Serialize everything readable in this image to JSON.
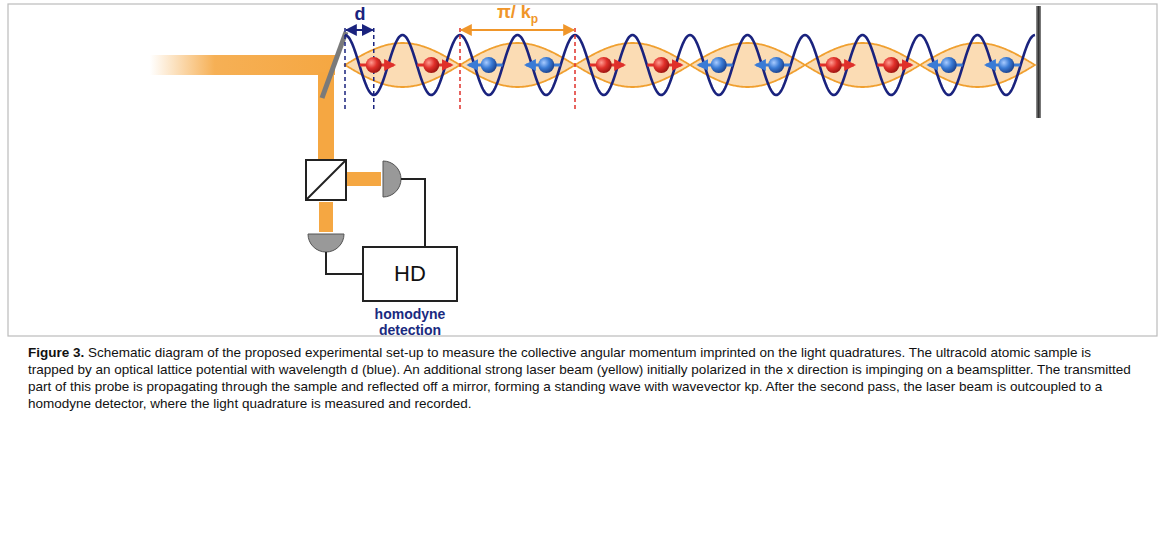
{
  "diagram": {
    "caption": "Figure 3. Schematic diagram of the proposed experimental set-up to measure the collective angular momentum imprinted on the light quadratures. The ultracold atomic sample is trapped by an optical lattice potential with wavelength d (blue). An additional strong laser beam (yellow) initially polarized in the x direction is impinging on a beamsplitter. The transmitted part of this probe is propagating through the sample and reflected off a mirror, forming a standing wave with wavevector kp. After the second pass, the laser beam is outcoupled to a homodyne detector, where the light quadrature is measured and recorded.",
    "nodes": [
      {
        "text": [
          "HD",
          "homodyne detection"
        ]
      }
    ],
    "labels": [
      "d",
      "π/ k",
      "p"
    ]
  }
}
